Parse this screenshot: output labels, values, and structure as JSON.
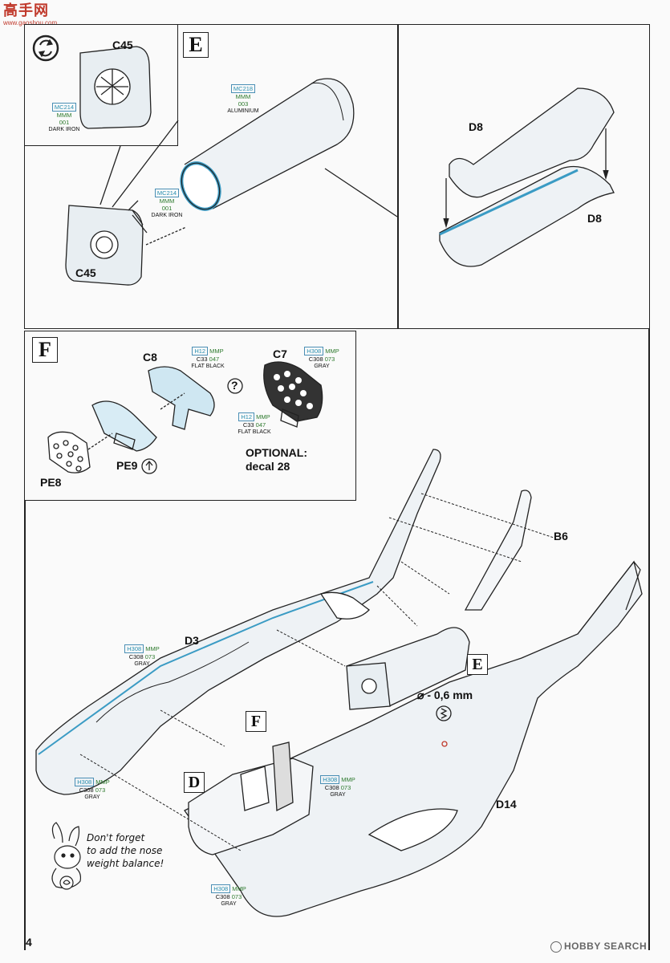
{
  "header": {
    "site_logo": "高手网",
    "site_url": "www.gaoshou.com"
  },
  "page_number": "4",
  "watermark": "HOBBY SEARCH",
  "step_e": {
    "letter": "E",
    "parts": {
      "c45_top": "C45",
      "c45_bottom": "C45",
      "d8_top": "D8",
      "d8_bottom": "D8"
    },
    "paint_dark_iron_1": {
      "code": "MC214",
      "brand": "MMM",
      "num": "001",
      "name": "DARK IRON"
    },
    "paint_aluminium": {
      "code": "MC218",
      "brand": "MMM",
      "num": "003",
      "name": "ALUMINIUM"
    },
    "paint_dark_iron_2": {
      "code": "MC214",
      "brand": "MMM",
      "num": "001",
      "name": "DARK IRON"
    }
  },
  "step_f": {
    "letter": "F",
    "parts": {
      "c8": "C8",
      "c7": "C7",
      "pe8": "PE8",
      "pe9": "PE9"
    },
    "question_mark": "?",
    "paint_flat_black_1": {
      "code": "H12",
      "brand": "MMP",
      "alt": "C33",
      "num": "047",
      "name": "FLAT BLACK"
    },
    "paint_gray_1": {
      "code": "H308",
      "brand": "MMP",
      "alt": "C308",
      "num": "073",
      "name": "GRAY"
    },
    "paint_flat_black_2": {
      "code": "H12",
      "brand": "MMP",
      "alt": "C33",
      "num": "047",
      "name": "FLAT BLACK"
    },
    "optional_title": "OPTIONAL:",
    "optional_detail": "decal 28"
  },
  "main": {
    "parts": {
      "b6": "B6",
      "d3": "D3",
      "d14": "D14"
    },
    "sub_e": "E",
    "sub_f": "F",
    "sub_d": "D",
    "drill": "⌀ - 0,6 mm",
    "paint_gray_d3": {
      "code": "H308",
      "brand": "MMP",
      "alt": "C308",
      "num": "073",
      "name": "GRAY"
    },
    "paint_gray_nose": {
      "code": "H308",
      "brand": "MMP",
      "alt": "C308",
      "num": "073",
      "name": "GRAY"
    },
    "paint_gray_d14": {
      "code": "H308",
      "brand": "MMP",
      "alt": "C308",
      "num": "073",
      "name": "GRAY"
    },
    "paint_gray_bottom": {
      "code": "H308",
      "brand": "MMP",
      "alt": "C308",
      "num": "073",
      "name": "GRAY"
    },
    "note_lines": [
      "Don't forget",
      "to add the nose",
      "weight balance!"
    ]
  }
}
